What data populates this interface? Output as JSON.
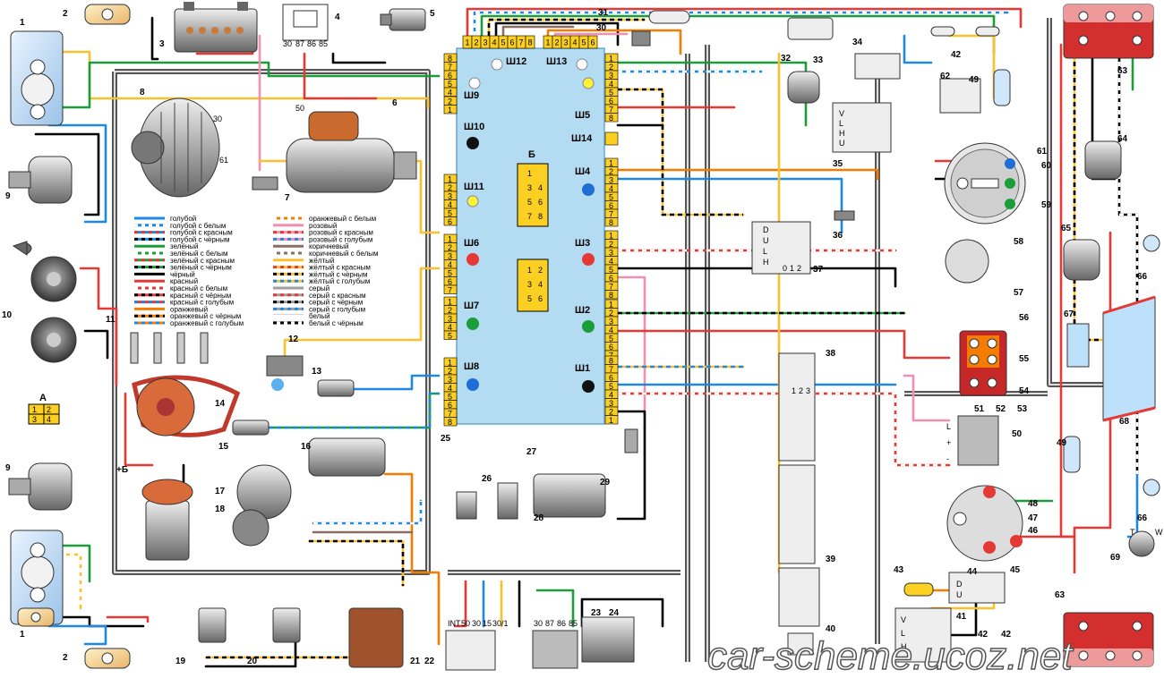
{
  "mounting_block": {
    "label": "25",
    "connectors": [
      {
        "name": "Ш12",
        "pins": [
          "1",
          "2",
          "3",
          "4",
          "5",
          "6",
          "7",
          "8"
        ]
      },
      {
        "name": "Ш13",
        "pins": [
          "1",
          "2",
          "3",
          "4",
          "5",
          "6"
        ]
      },
      {
        "name": "Ш9",
        "pins": [
          "8",
          "7",
          "6",
          "5",
          "4"
        ]
      },
      {
        "name": "Ш10",
        "pins": [
          "2",
          "1"
        ]
      },
      {
        "name": "Ш11",
        "pins": [
          "1",
          "2",
          "3",
          "4",
          "5",
          "6"
        ]
      },
      {
        "name": "Ш6",
        "pins": [
          "1",
          "2",
          "3",
          "4",
          "5",
          "6",
          "7"
        ]
      },
      {
        "name": "Ш7",
        "pins": [
          "1",
          "2",
          "3",
          "4",
          "5"
        ]
      },
      {
        "name": "Ш8",
        "pins": [
          "1",
          "2",
          "3",
          "4",
          "5",
          "6",
          "7",
          "8"
        ]
      },
      {
        "name": "Ш5",
        "pins": [
          "1",
          "2",
          "3",
          "4",
          "5",
          "6",
          "7",
          "8"
        ]
      },
      {
        "name": "Ш14",
        "pins": []
      },
      {
        "name": "Ш4",
        "pins": [
          "1",
          "2",
          "3",
          "4",
          "5",
          "6",
          "7",
          "8"
        ]
      },
      {
        "name": "Ш3",
        "pins": [
          "1",
          "2",
          "3",
          "4",
          "5",
          "6",
          "7",
          "8"
        ]
      },
      {
        "name": "Ш2",
        "pins": [
          "1",
          "2",
          "3",
          "4",
          "5",
          "6",
          "7"
        ]
      },
      {
        "name": "Ш1",
        "pins": [
          "8",
          "7",
          "6",
          "5",
          "4",
          "3",
          "2",
          "1"
        ]
      }
    ],
    "relay_block_label": "Б"
  },
  "component_numbers": [
    "1",
    "2",
    "3",
    "4",
    "5",
    "6",
    "7",
    "8",
    "9",
    "10",
    "11",
    "12",
    "13",
    "14",
    "15",
    "16",
    "17",
    "18",
    "19",
    "20",
    "21",
    "22",
    "23",
    "24",
    "26",
    "27",
    "28",
    "29",
    "30",
    "31",
    "32",
    "33",
    "34",
    "35",
    "36",
    "37",
    "38",
    "39",
    "40",
    "41",
    "42",
    "43",
    "44",
    "45",
    "46",
    "47",
    "48",
    "49",
    "50",
    "51",
    "52",
    "53",
    "54",
    "55",
    "56",
    "57",
    "58",
    "59",
    "60",
    "61",
    "62",
    "63",
    "64",
    "65",
    "66",
    "67",
    "68",
    "69"
  ],
  "relay4_pins": [
    "30",
    "87",
    "86",
    "85"
  ],
  "relay23_pins": [
    "30",
    "87",
    "86",
    "85"
  ],
  "switch22_pins": [
    "INT",
    "50",
    "30",
    "15",
    "30/1"
  ],
  "switch37_pins": [
    "D",
    "U",
    "L",
    "H",
    "0",
    "1",
    "2"
  ],
  "switch41_pins": [
    "V",
    "L",
    "H"
  ],
  "switch35_pins": [
    "V",
    "L",
    "H",
    "U"
  ],
  "switch45_pins": [
    "D",
    "U"
  ],
  "switch38_pins": [
    "1",
    "2",
    "3"
  ],
  "connector_A": {
    "label": "А",
    "pins": [
      "1",
      "2",
      "3",
      "4"
    ]
  },
  "connector_69_pins": [
    "T",
    "W"
  ],
  "plus_b_label": "+Б",
  "alt_terminals": [
    "30",
    "61",
    "50"
  ],
  "relay50_pins": [
    "L",
    "+",
    "-"
  ],
  "legend": [
    {
      "label": "голубой",
      "color": "#1e88e5",
      "stripe": ""
    },
    {
      "label": "голубой с белым",
      "color": "#1e88e5",
      "stripe": "#ffffff"
    },
    {
      "label": "голубой с красным",
      "color": "#1e88e5",
      "stripe": "#e53935"
    },
    {
      "label": "голубой с чёрным",
      "color": "#1e88e5",
      "stripe": "#000000"
    },
    {
      "label": "зелёный",
      "color": "#1b9e3a",
      "stripe": ""
    },
    {
      "label": "зелёный с белым",
      "color": "#1b9e3a",
      "stripe": "#ffffff"
    },
    {
      "label": "зелёный с красным",
      "color": "#1b9e3a",
      "stripe": "#e53935"
    },
    {
      "label": "зелёный с чёрным",
      "color": "#1b9e3a",
      "stripe": "#000000"
    },
    {
      "label": "чёрный",
      "color": "#000000",
      "stripe": ""
    },
    {
      "label": "красный",
      "color": "#e53935",
      "stripe": ""
    },
    {
      "label": "красный с белым",
      "color": "#e53935",
      "stripe": "#ffffff"
    },
    {
      "label": "красный с чёрным",
      "color": "#e53935",
      "stripe": "#000000"
    },
    {
      "label": "красный с голубым",
      "color": "#e53935",
      "stripe": "#1e88e5"
    },
    {
      "label": "оранжевый",
      "color": "#f57c00",
      "stripe": ""
    },
    {
      "label": "оранжевый с чёрным",
      "color": "#f57c00",
      "stripe": "#000000"
    },
    {
      "label": "оранжевый с голубым",
      "color": "#f57c00",
      "stripe": "#1e88e5"
    },
    {
      "label": "оранжевый с белым",
      "color": "#f57c00",
      "stripe": "#ffffff"
    },
    {
      "label": "розовый",
      "color": "#f48fb1",
      "stripe": ""
    },
    {
      "label": "розовый с красным",
      "color": "#f48fb1",
      "stripe": "#e53935"
    },
    {
      "label": "розовый с голубым",
      "color": "#f48fb1",
      "stripe": "#1e88e5"
    },
    {
      "label": "коричневый",
      "color": "#8d6e63",
      "stripe": ""
    },
    {
      "label": "коричневый с белым",
      "color": "#8d6e63",
      "stripe": "#ffffff"
    },
    {
      "label": "жёлтый",
      "color": "#fbc02d",
      "stripe": ""
    },
    {
      "label": "жёлтый с красным",
      "color": "#fbc02d",
      "stripe": "#e53935"
    },
    {
      "label": "жёлтый с чёрным",
      "color": "#fbc02d",
      "stripe": "#000000"
    },
    {
      "label": "жёлтый с голубым",
      "color": "#fbc02d",
      "stripe": "#1e88e5"
    },
    {
      "label": "серый",
      "color": "#9e9e9e",
      "stripe": ""
    },
    {
      "label": "серый с красным",
      "color": "#9e9e9e",
      "stripe": "#e53935"
    },
    {
      "label": "серый с чёрным",
      "color": "#9e9e9e",
      "stripe": "#000000"
    },
    {
      "label": "серый с голубым",
      "color": "#9e9e9e",
      "stripe": "#1e88e5"
    },
    {
      "label": "белый",
      "color": "#ffffff",
      "stripe": ""
    },
    {
      "label": "белый с чёрным",
      "color": "#ffffff",
      "stripe": "#000000"
    }
  ],
  "watermark": "car-scheme.ucoz.net",
  "colors": {
    "block": "#b3dcf2",
    "pin": "#fbd022",
    "harness": "#555555"
  }
}
